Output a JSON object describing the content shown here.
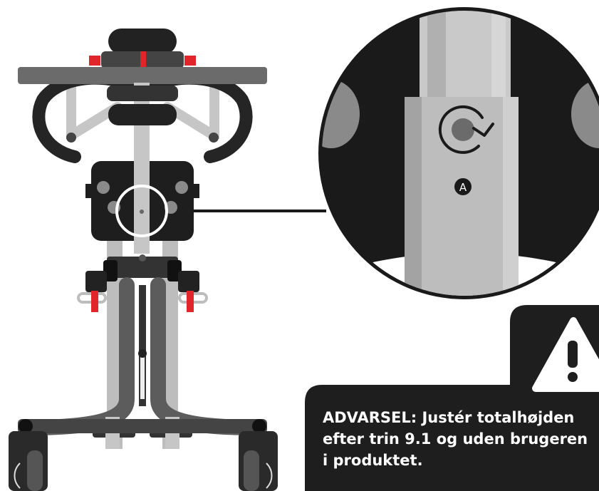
{
  "callout": {
    "label": "A"
  },
  "warning": {
    "line1": "ADVARSEL: Justér totalhøjden",
    "line2": "efter trin 9.1 og uden brugeren",
    "line3": "i produktet."
  },
  "colors": {
    "frame_dark": "#2b2b2b",
    "frame_mid": "#5c5c5c",
    "tube_light": "#c6c6c6",
    "accent_red": "#e0262b",
    "panel_black": "#1e1e1e"
  },
  "icons": [
    "rotate-arrow-icon",
    "warning-triangle-icon"
  ]
}
